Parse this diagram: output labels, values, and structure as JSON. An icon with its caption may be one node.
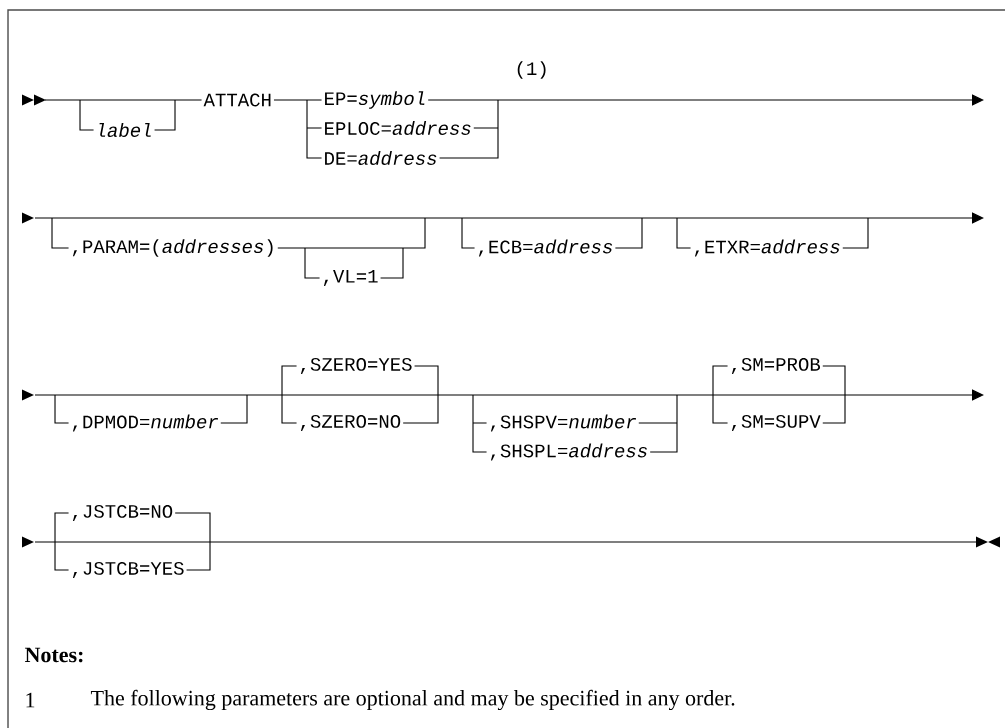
{
  "diagram": {
    "labels": [
      "(1)",
      "label",
      "ATTACH",
      "EP=*symbol*",
      "EPLOC=*address*",
      "DE=*address*",
      ",PARAM=(*addresses*)",
      ",VL=1",
      ",ECB=*address*",
      ",ETXR=*address*",
      ",DPMOD=*number*",
      ",SZERO=YES",
      ",SZERO=NO",
      ",SHSPV=*number*",
      ",SHSPL=*address*",
      ",SM=PROB",
      ",SM=SUPV",
      ",JSTCB=NO",
      ",JSTCB=YES",
      "Notes:",
      "1",
      "The following parameters are optional and may be specified in any order."
    ]
  }
}
